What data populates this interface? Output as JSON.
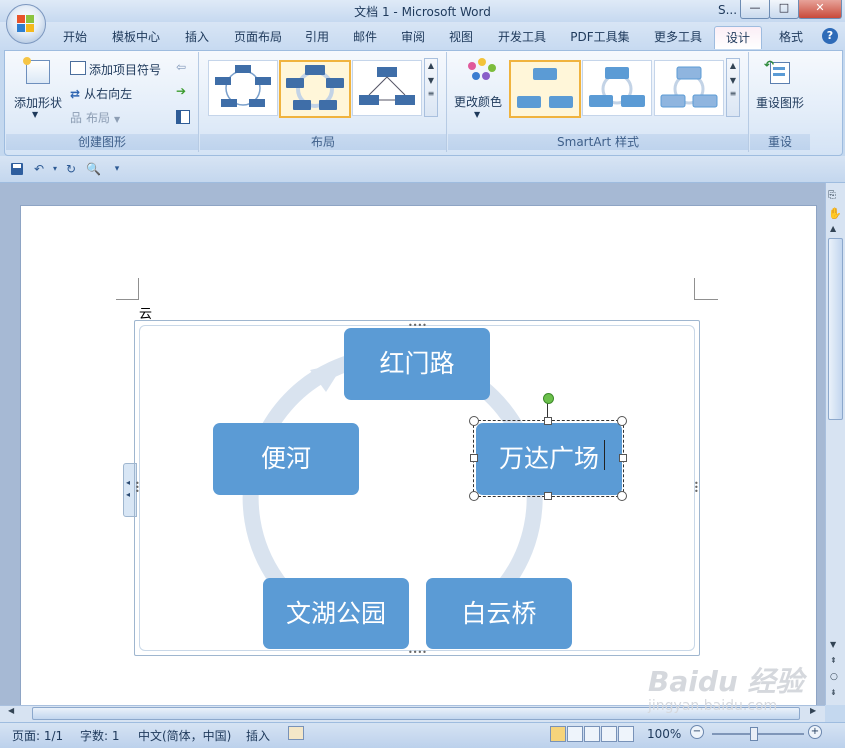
{
  "window": {
    "title": "文档 1 - Microsoft Word",
    "right_truncated": "S...",
    "min_symbol": "—",
    "max_symbol": "□",
    "close_symbol": "✕"
  },
  "tabs": [
    "开始",
    "模板中心",
    "插入",
    "页面布局",
    "引用",
    "邮件",
    "审阅",
    "视图",
    "开发工具",
    "PDF工具集",
    "更多工具",
    "设计",
    "格式"
  ],
  "active_tab": "设计",
  "help_label": "?",
  "ribbon": {
    "create_graphic": {
      "label": "创建图形",
      "add_shape": "添加形状",
      "add_bullet": "添加项目符号",
      "right_to_left": "从右向左",
      "layout": "布局"
    },
    "layouts": {
      "label": "布局"
    },
    "styles": {
      "label": "SmartArt 样式",
      "change_colors": "更改颜色"
    },
    "reset": {
      "label": "重设",
      "reset_graphic": "重设图形"
    },
    "colors": {
      "accent": "#5b9bd5",
      "highlight": "#f0b33e"
    }
  },
  "document": {
    "text_line": "云",
    "smartart": {
      "nodes": {
        "top": "红门路",
        "right": "万达广场",
        "bottom_right": "白云桥",
        "bottom_left": "文湖公园",
        "left": "便河"
      },
      "node_color": "#5b9bd5",
      "arrow_color": "#d9e3ef"
    }
  },
  "status": {
    "page": "页面: 1/1",
    "words": "字数: 1",
    "language": "中文(简体，中国)",
    "mode": "插入",
    "zoom": "100%"
  },
  "watermark": {
    "logo": "Baidu 经验",
    "url": "jingyan.baidu.com"
  }
}
